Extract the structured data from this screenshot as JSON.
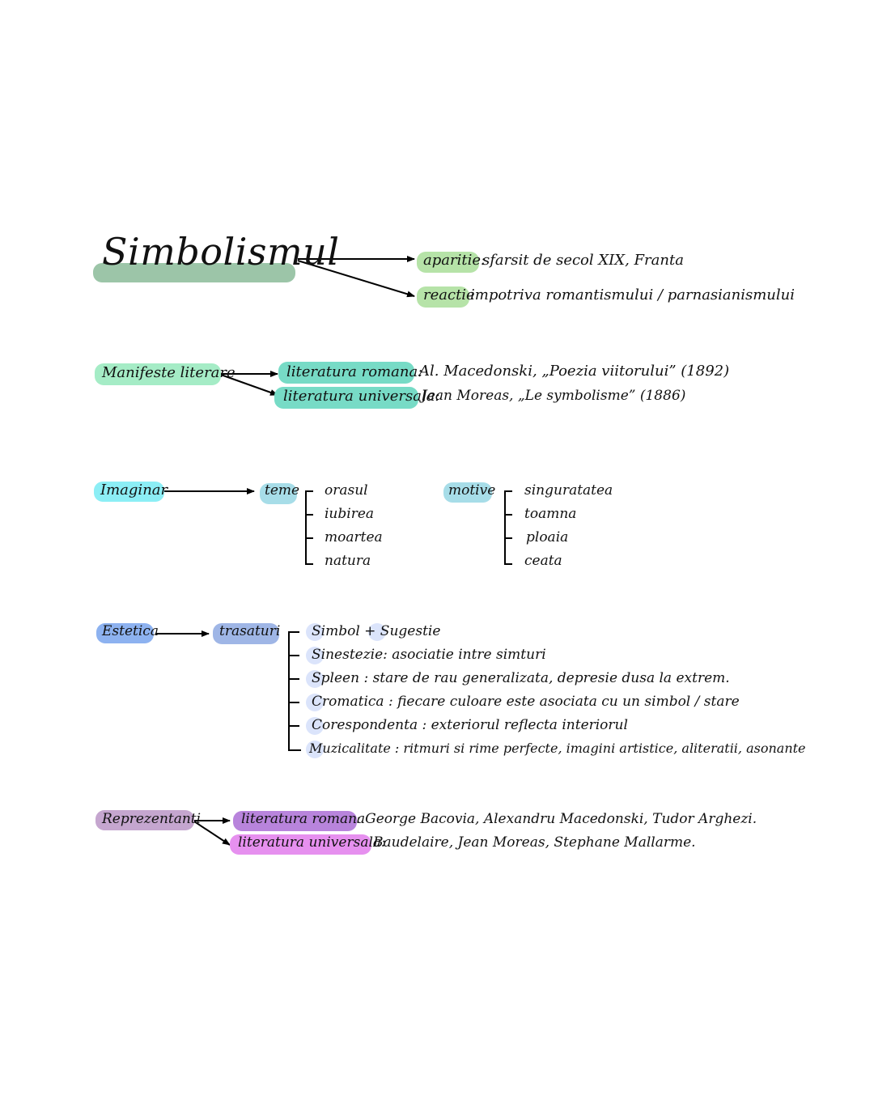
{
  "title": "Simbolismul",
  "colors": {
    "title_bar": "#9cc5a8",
    "aparitie": "#b6e3a8",
    "manifeste": "#a5ecc6",
    "literatura": "#77dbc6",
    "imaginar": "#8ceef5",
    "teme": "#a7dde8",
    "motive": "#a7dde8",
    "estetica": "#8db2f0",
    "trasaturi": "#9fb6e6",
    "reprezentanti": "#c5a6cf",
    "lit_romana_rep": "#b884dc",
    "lit_universala_rep": "#e690ef"
  },
  "intro": {
    "aparitie_label": "aparitie:",
    "aparitie_text": "sfarsit de secol XIX, Franta",
    "reactie_label": "reactie",
    "reactie_text": "impotriva romantismului / parnasianismului"
  },
  "manifeste": {
    "label": "Manifeste literare",
    "romana_label": "literatura romana:",
    "romana_text": "Al. Macedonski, „Poezia viitorului” (1892)",
    "universala_label": "literatura universala:",
    "universala_text": "Jean Moreas, „Le symbolisme” (1886)"
  },
  "imaginar": {
    "label": "Imaginar",
    "teme_label": "teme",
    "teme": [
      "orasul",
      "iubirea",
      "moartea",
      "natura"
    ],
    "motive_label": "motive",
    "motive": [
      "singuratatea",
      "toamna",
      "ploaia",
      "ceata"
    ]
  },
  "estetica": {
    "label": "Estetica",
    "trasaturi_label": "trasaturi",
    "items": [
      "Simbol  + Sugestie",
      "Sinestezie: asociatie intre simturi",
      "Spleen : stare de rau generalizata, depresie dusa la extrem.",
      "Cromatica : fiecare culoare este asociata cu un simbol / stare",
      "Corespondenta : exteriorul reflecta interiorul",
      "Muzicalitate : ritmuri si rime perfecte, imagini artistice, aliteratii, asonante"
    ]
  },
  "reprezentanti": {
    "label": "Reprezentanti",
    "romana_label": "literatura romana",
    "romana_text": ": George Bacovia, Alexandru Macedonski, Tudor Arghezi.",
    "universala_label": "literatura universala:",
    "universala_text": "Baudelaire, Jean Moreas, Stephane Mallarme."
  }
}
